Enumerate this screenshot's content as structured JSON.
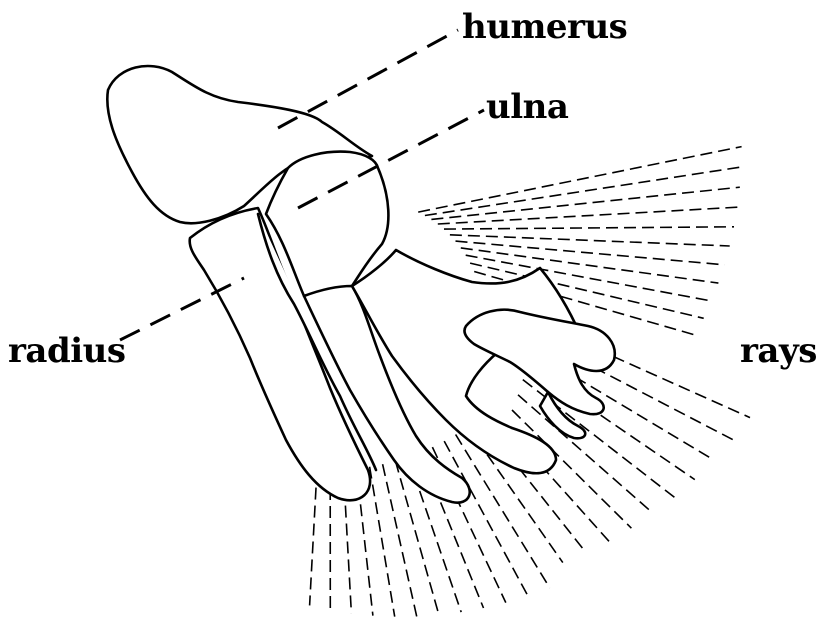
{
  "diagram": {
    "labels": {
      "humerus": "humerus",
      "ulna": "ulna",
      "radius": "radius",
      "rays": "rays"
    },
    "colors": {
      "line": "#000000",
      "background": "#ffffff"
    }
  }
}
